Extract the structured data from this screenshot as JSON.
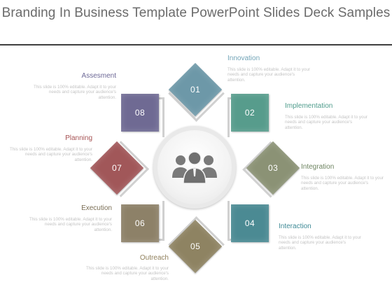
{
  "title": "Branding In Business Template PowerPoint Slides Deck Samples",
  "steps": [
    {
      "num": "01",
      "label": "Innovation",
      "desc": "This slide is 100% editable. Adapt it to your needs and capture your audience's attention.",
      "color": "#6d98a8"
    },
    {
      "num": "02",
      "label": "Implementation",
      "desc": "This slide is 100% editable. Adapt it to your needs and capture your audience's attention.",
      "color": "#579c8c"
    },
    {
      "num": "03",
      "label": "Integration",
      "desc": "This slide is 100% editable. Adapt it to your needs and capture your audience's attention.",
      "color": "#8b9275"
    },
    {
      "num": "04",
      "label": "Interaction",
      "desc": "This slide is 100% editable. Adapt it to your needs and capture your audience's attention.",
      "color": "#4b8a93"
    },
    {
      "num": "05",
      "label": "Outreach",
      "desc": "This slide is 100% editable. Adapt it to your needs and capture your audience's attention.",
      "color": "#8e8362"
    },
    {
      "num": "06",
      "label": "Execution",
      "desc": "This slide is 100% editable. Adapt it to your needs and capture your audience's attention.",
      "color": "#8d8168"
    },
    {
      "num": "07",
      "label": "Planning",
      "desc": "This slide is 100% editable. Adapt it to your needs and capture your audience's attention.",
      "color": "#a15759"
    },
    {
      "num": "08",
      "label": "Assesment",
      "desc": "This slide is 100% editable. Adapt it to your needs and capture your audience's attention.",
      "color": "#6f6a93"
    }
  ],
  "colors": {
    "title": "#6b6b6b",
    "innovation_label": "#72a4b7",
    "implementation_label": "#4f9c8c",
    "integration_label": "#6e8461",
    "interaction_label": "#3f8a96",
    "outreach_label": "#8f7f5b",
    "execution_label": "#7a6e55",
    "planning_label": "#a65354",
    "assesment_label": "#6d6896",
    "hub_icon": "#7a7a7a"
  },
  "hub_icon": "people-group-icon"
}
